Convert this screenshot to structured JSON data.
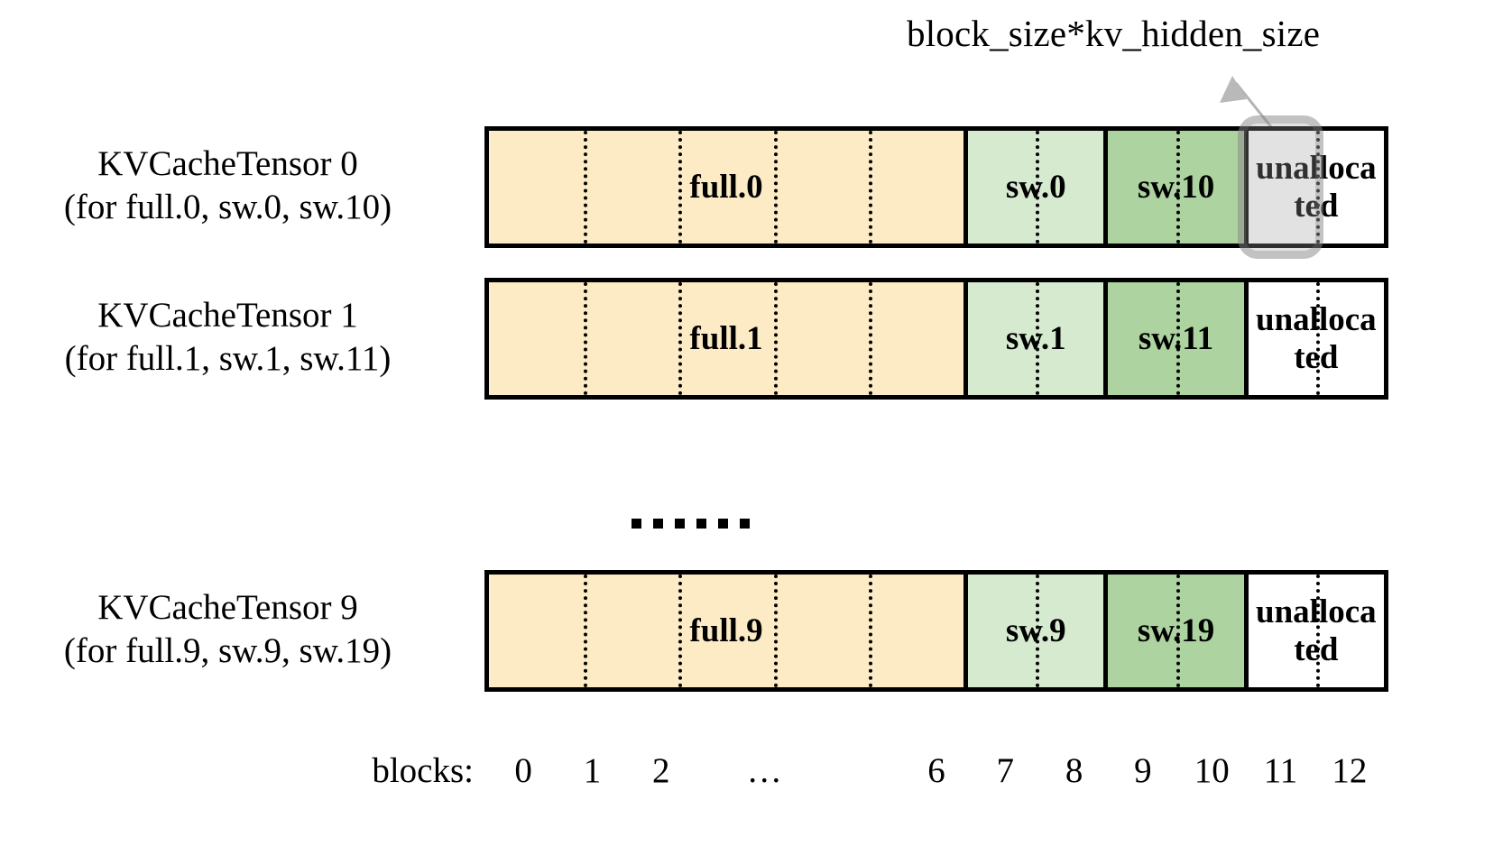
{
  "diagram": {
    "title_annotation": "block_size*kv_hidden_size",
    "annotation_icon": "arrow-up-right-icon",
    "axis": {
      "title": "blocks:",
      "ticks": [
        "0",
        "1",
        "2",
        "…",
        "6",
        "7",
        "8",
        "9",
        "10",
        "11",
        "12"
      ],
      "tick_block_index": [
        0,
        1,
        2,
        3.5,
        6,
        7,
        8,
        9,
        10,
        11,
        12
      ],
      "total_blocks": 13
    },
    "ellipsis": "……",
    "colors": {
      "full": "#FCEBC4",
      "sw_light": "#D6EAD0",
      "sw_dark": "#ACD3A0",
      "unallocated": "#FFFFFF",
      "border": "#000000",
      "highlight": "#A0A0A0",
      "annotation_arrow": "#B0B0B0"
    },
    "rows": [
      {
        "label_line1": "KVCacheTensor 0",
        "label_line2": "(for full.0, sw.0, sw.10)",
        "segments": [
          {
            "name": "full",
            "text": "full.0",
            "blocks": 7,
            "color": "#FCEBC4"
          },
          {
            "name": "sw-light",
            "text": "sw.0",
            "blocks": 2,
            "color": "#D6EAD0"
          },
          {
            "name": "sw-dark",
            "text": "sw.10",
            "blocks": 2,
            "color": "#ACD3A0"
          },
          {
            "name": "unallocated",
            "text": "unallocated",
            "blocks": 2,
            "color": "#FFFFFF"
          }
        ],
        "highlighted_block": 11
      },
      {
        "label_line1": "KVCacheTensor 1",
        "label_line2": "(for full.1, sw.1, sw.11)",
        "segments": [
          {
            "name": "full",
            "text": "full.1",
            "blocks": 7,
            "color": "#FCEBC4"
          },
          {
            "name": "sw-light",
            "text": "sw.1",
            "blocks": 2,
            "color": "#D6EAD0"
          },
          {
            "name": "sw-dark",
            "text": "sw.11",
            "blocks": 2,
            "color": "#ACD3A0"
          },
          {
            "name": "unallocated",
            "text": "unallocated",
            "blocks": 2,
            "color": "#FFFFFF"
          }
        ],
        "highlighted_block": null
      },
      {
        "label_line1": "KVCacheTensor 9",
        "label_line2": "(for full.9, sw.9, sw.19)",
        "segments": [
          {
            "name": "full",
            "text": "full.9",
            "blocks": 7,
            "color": "#FCEBC4"
          },
          {
            "name": "sw-light",
            "text": "sw.9",
            "blocks": 2,
            "color": "#D6EAD0"
          },
          {
            "name": "sw-dark",
            "text": "sw.19",
            "blocks": 2,
            "color": "#ACD3A0"
          },
          {
            "name": "unallocated",
            "text": "unallocated",
            "blocks": 2,
            "color": "#FFFFFF"
          }
        ],
        "highlighted_block": null
      }
    ]
  }
}
